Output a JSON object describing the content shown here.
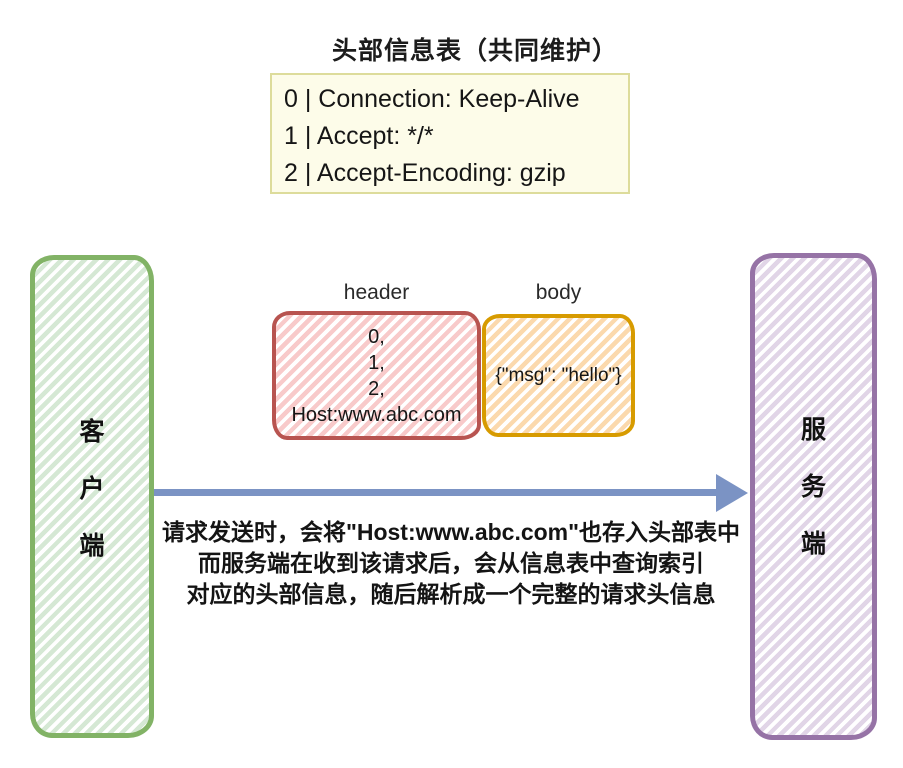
{
  "table": {
    "title": "头部信息表（共同维护）",
    "rows": [
      "0 | Connection: Keep-Alive",
      "1 | Accept: */*",
      "2 | Accept-Encoding: gzip"
    ]
  },
  "message": {
    "header_label": "header",
    "body_label": "body",
    "header_lines": [
      "0,",
      "1,",
      "2,",
      "Host:www.abc.com"
    ],
    "body_content": "{\"msg\": \"hello\"}"
  },
  "client": {
    "chars": [
      "客",
      "户",
      "端"
    ]
  },
  "server": {
    "chars": [
      "服",
      "务",
      "端"
    ]
  },
  "annotation": {
    "lines": [
      "请求发送时，会将\"Host:www.abc.com\"也存入头部表中",
      "而服务端在收到该请求后，会从信息表中查询索引",
      "对应的头部信息，随后解析成一个完整的请求头信息"
    ]
  },
  "colors": {
    "client_fill": "#d5e8d4",
    "client_border": "#82b366",
    "server_fill": "#e1d5e7",
    "server_border": "#9673a6",
    "header_fill": "#f8caca",
    "header_border": "#b85450",
    "body_fill": "#fbd9ad",
    "body_border": "#d79b00",
    "table_fill": "#fdfce9",
    "table_border": "#dddc9b",
    "arrow": "#7b93c4"
  }
}
